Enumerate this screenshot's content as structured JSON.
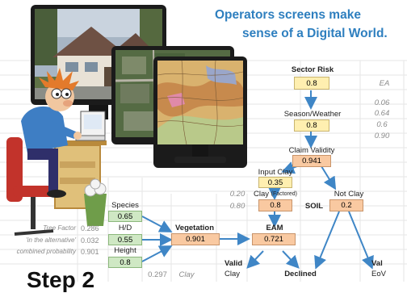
{
  "headline": {
    "line1": "Operators screens make",
    "line2": "sense of a Digital World."
  },
  "step_label": "Step 2",
  "model": {
    "sector_risk": {
      "label": "Sector Risk",
      "value": "0.8"
    },
    "season_weather": {
      "label": "Season/Weather",
      "value": "0.8"
    },
    "claim_validity": {
      "label": "Claim Validity",
      "value": "0.941"
    },
    "input_clay": {
      "label": "Input Clay",
      "value": "0.35"
    },
    "clay_factored": {
      "label": "Clay",
      "label_suffix": "(Factored)",
      "value": "0.8"
    },
    "not_clay": {
      "label": "Not Clay",
      "value": "0.2"
    },
    "soil": {
      "label": "SOIL"
    },
    "eam": {
      "label": "EAM",
      "value": "0.721"
    },
    "vegetation": {
      "label": "Vegetation",
      "value": "0.901"
    },
    "species": {
      "label": "Species",
      "value": "0.65"
    },
    "h_d": {
      "label": "H/D",
      "value": "0.55"
    },
    "height": {
      "label": "Height",
      "value": "0.8"
    },
    "valid_clay": {
      "line1": "Valid",
      "line2": "Clay"
    },
    "declined": {
      "label": "Declined"
    },
    "valid_eow": {
      "line1": "Val",
      "line2": "EoV"
    }
  },
  "ghost_left": {
    "tree_factor": {
      "label": "Tree Factor",
      "value": "0.286"
    },
    "alternative": {
      "label": "'in the alternative'",
      "value": "0.032"
    },
    "combined": {
      "label": "combined probability",
      "value": "0.901"
    }
  },
  "ghost_mid": {
    "v1": "0.20",
    "v2": "0.80",
    "v3": "0.297",
    "clay_word": "Clay"
  },
  "ghost_right": {
    "header": "EA",
    "values": [
      "0.06",
      "0.64",
      "0.6",
      "0.90"
    ]
  },
  "colors": {
    "headline": "#2e7fbf",
    "arrow": "#3f86c6",
    "yellow_cell": "#ffefb0",
    "orange_cell": "#f9c9a1",
    "green_cell": "#cfe8c4"
  }
}
